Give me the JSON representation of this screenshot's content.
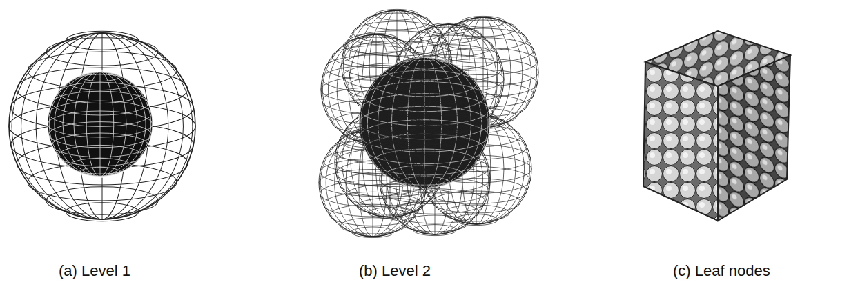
{
  "diagram": {
    "labels": [
      "(a) Level 1",
      "(b) Level 2",
      "(c) Leaf nodes"
    ]
  }
}
